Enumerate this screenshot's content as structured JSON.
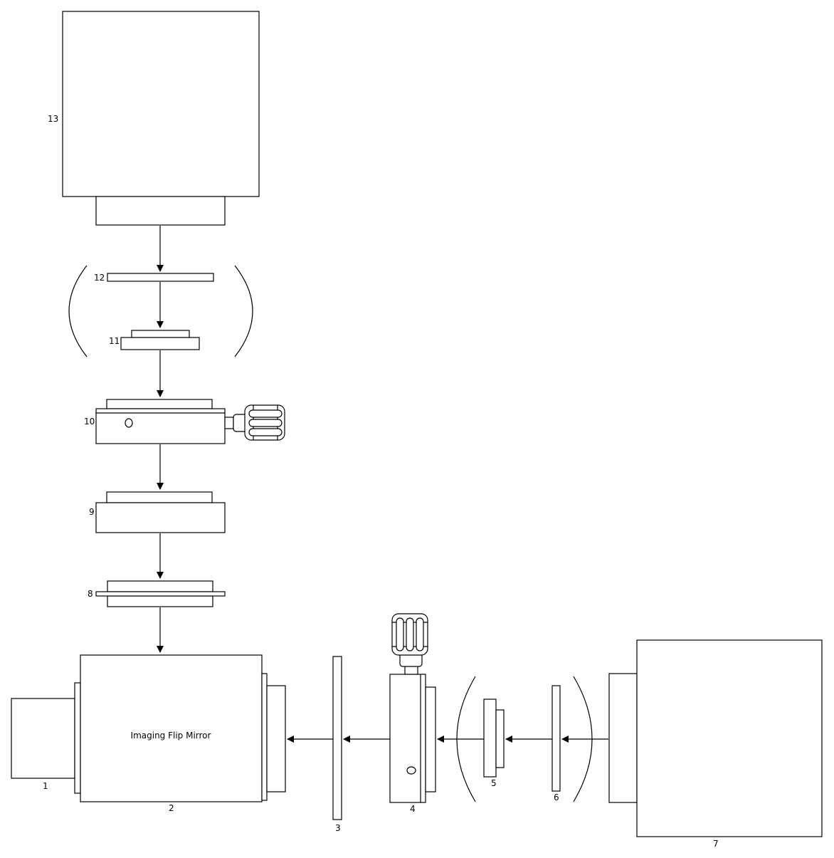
{
  "labels": {
    "p1": "1",
    "p2": "2",
    "p3": "3",
    "p4": "4",
    "p5": "5",
    "p6": "6",
    "p7": "7",
    "p8": "8",
    "p9": "9",
    "p10": "10",
    "p11": "11",
    "p12": "12",
    "p13": "13"
  },
  "flip_mirror_label": "Imaging Flip Mirror",
  "colors": {
    "stroke": "#000000",
    "fill": "#ffffff"
  }
}
